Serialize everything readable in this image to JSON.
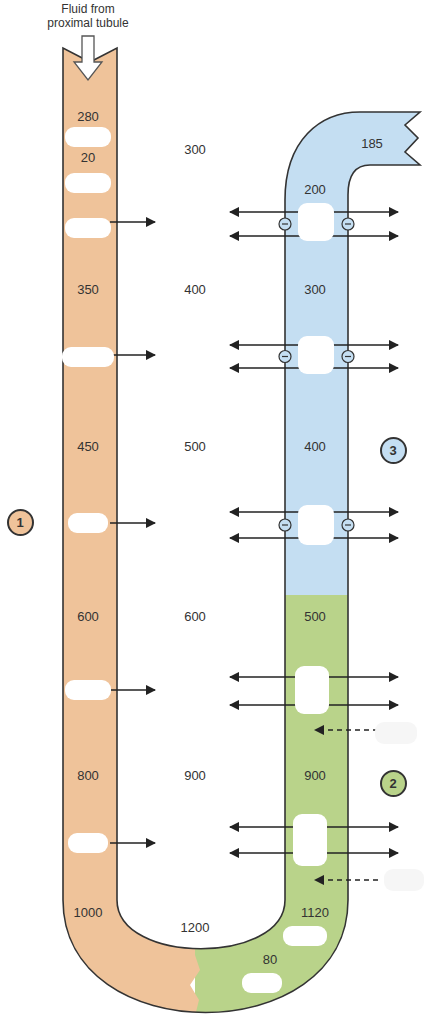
{
  "diagram": {
    "nodes": [
      {
        "text": [
          "1"
        ]
      },
      {
        "text": [
          "2"
        ]
      },
      {
        "text": [
          "3"
        ]
      }
    ],
    "labels": [
      "Fluid from proximal tubule",
      "280",
      "20",
      "350",
      "450",
      "600",
      "800",
      "1000",
      "300",
      "400",
      "500",
      "600",
      "900",
      "1200",
      "185",
      "200",
      "300",
      "400",
      "500",
      "900",
      "1120",
      "80"
    ]
  }
}
